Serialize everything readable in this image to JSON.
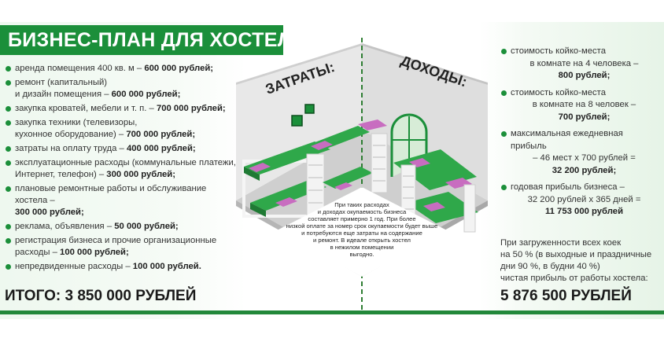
{
  "header": {
    "title": "БИЗНЕС-ПЛАН ДЛЯ ХОСТЕЛА"
  },
  "costs": {
    "label": "ЗАТРАТЫ:",
    "items": [
      {
        "lines": [
          {
            "text": "аренда помещения 400 кв. м – ",
            "amount": "600 000 рублей;"
          }
        ]
      },
      {
        "lines": [
          {
            "text": "ремонт (капитальный)",
            "amount": ""
          },
          {
            "text": "и дизайн помещения – ",
            "amount": "600 000 рублей;"
          }
        ]
      },
      {
        "lines": [
          {
            "text": "закупка кроватей, мебели и т. п. – ",
            "amount": "700 000 рублей;"
          }
        ]
      },
      {
        "lines": [
          {
            "text": "закупка техники (телевизоры,",
            "amount": ""
          },
          {
            "text": "кухонное оборудование) – ",
            "amount": "700 000 рублей;"
          }
        ]
      },
      {
        "lines": [
          {
            "text": "затраты на оплату труда – ",
            "amount": "400 000 рублей;"
          }
        ]
      },
      {
        "lines": [
          {
            "text": "эксплуатационные расходы (коммунальные платежи,",
            "amount": ""
          },
          {
            "text": "Интернет, телефон) – ",
            "amount": "300 000 рублей;"
          }
        ]
      },
      {
        "lines": [
          {
            "text": "плановые ремонтные работы и обслуживание хостела –",
            "amount": ""
          },
          {
            "text": "",
            "amount": "300 000 рублей;"
          }
        ]
      },
      {
        "lines": [
          {
            "text": "реклама, объявления – ",
            "amount": "50 000 рублей;"
          }
        ]
      },
      {
        "lines": [
          {
            "text": "регистрация бизнеса и прочие организационные",
            "amount": ""
          },
          {
            "text": "расходы – ",
            "amount": "100 000 рублей;"
          }
        ]
      },
      {
        "lines": [
          {
            "text": "непредвиденные расходы – ",
            "amount": "100 000 рублей."
          }
        ]
      }
    ],
    "total": "ИТОГО: 3 850 000 РУБЛЕЙ"
  },
  "income": {
    "label": "ДОХОДЫ:",
    "items": [
      {
        "lines": [
          "стоимость койко-места",
          "в комнате на 4 человека –"
        ],
        "value": "800 рублей;"
      },
      {
        "lines": [
          "стоимость койко-места",
          "в комнате на 8 человек –"
        ],
        "value": "700 рублей;"
      },
      {
        "lines": [
          "максимальная ежедневная прибыль",
          "– 46 мест х 700 рублей ="
        ],
        "value": "32 200 рублей;"
      },
      {
        "lines": [
          "годовая прибыль бизнеса –",
          "32 200 рублей х 365 дней ="
        ],
        "value": "11 753 000 рублей"
      }
    ],
    "load_note": [
      "При загруженности всех коек",
      "на 50 % (в выходные и праздничные",
      "дни 90 %, в будни 40 %)",
      "чистая прибыль от работы хостела:"
    ],
    "profit": "5 876 500 РУБЛЕЙ"
  },
  "center_note": {
    "lines": [
      "При таких расходах",
      "и доходах окупаемость бизнеса",
      "составляет примерно 1 год. При более",
      "низкой оплате за номер срок окупаемости будет выше",
      "и потребуются еще затраты на содержание",
      "и ремонт. В идеале открыть хостел",
      "в нежилом помещении",
      "выгодно."
    ]
  },
  "colors": {
    "brand_green": "#1b8f3a",
    "bed_green": "#2fa84a",
    "mattress_pink": "#c86dc0",
    "note_bg": "#ffffff"
  }
}
